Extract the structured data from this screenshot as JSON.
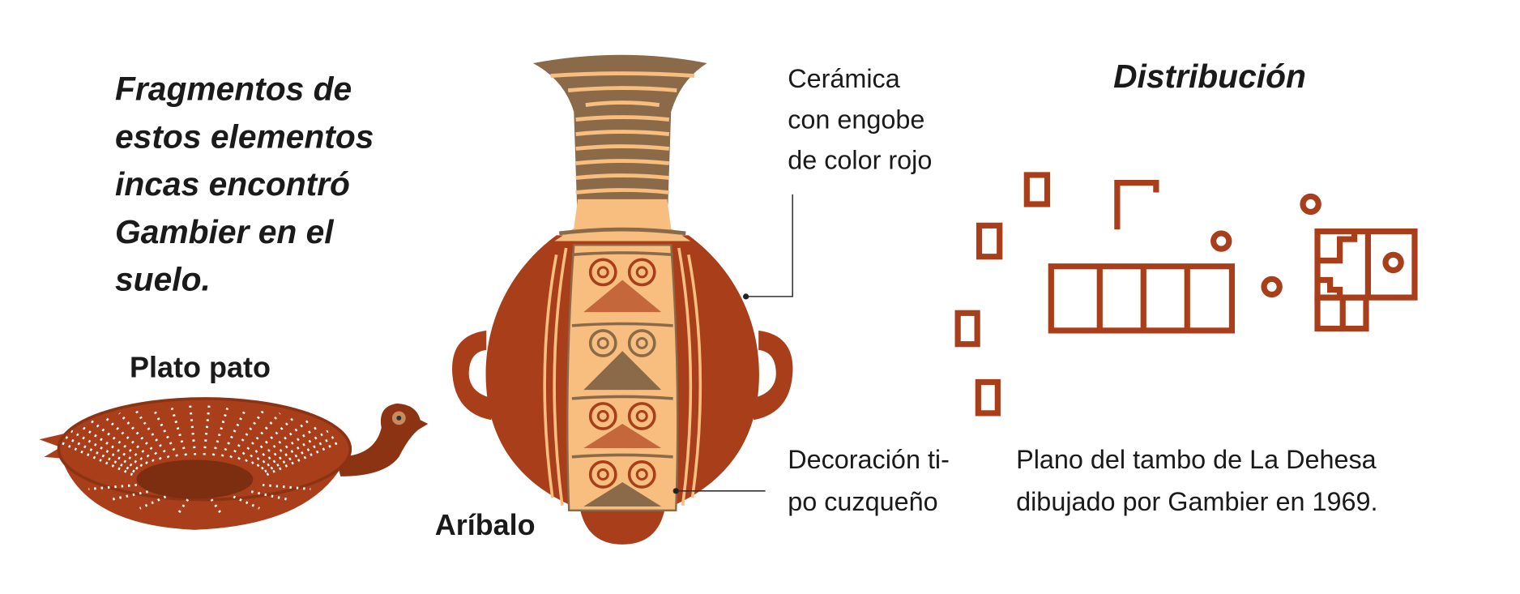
{
  "intro": {
    "lines": [
      "Fragmentos de",
      "estos elementos",
      "incas encontró",
      "Gambier en el",
      "suelo."
    ]
  },
  "plato": {
    "label": "Plato pato"
  },
  "aribalo": {
    "label": "Aríbalo"
  },
  "ceramica": {
    "lines": [
      "Cerámica",
      "con engobe",
      "de color rojo"
    ]
  },
  "decoracion": {
    "lines": [
      "Decoración ti-",
      "po cuzqueño"
    ]
  },
  "distribucion": {
    "title": "Distribución",
    "caption": [
      "Plano del tambo de La Dehesa",
      "dibujado por Gambier en 1969."
    ]
  },
  "colors": {
    "red": "#A83E1A",
    "dark_red": "#7D2E10",
    "brown": "#8B6A4A",
    "tan": "#F7BE80",
    "orange": "#C4673A",
    "text": "#1a1a1a"
  }
}
